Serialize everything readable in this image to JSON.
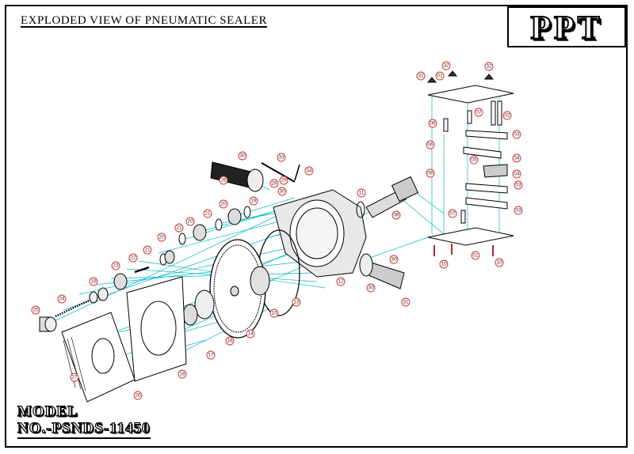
{
  "title": "EXPLODED VIEW OF PNEUMATIC SEALER",
  "logo": "PPT",
  "model": {
    "line1": "MODEL",
    "line2": "NO.-PSNDS-11450"
  },
  "colors": {
    "outline": "#000000",
    "leader": "#00b8c8",
    "balloon": "#d22222",
    "paper": "#ffffff"
  },
  "part_labels": [
    "01",
    "01",
    "02",
    "03",
    "03",
    "03",
    "04",
    "05",
    "06",
    "06",
    "06",
    "07",
    "07",
    "08",
    "10",
    "10",
    "11",
    "12",
    "13",
    "14",
    "15",
    "16",
    "17",
    "18",
    "19",
    "19",
    "20",
    "20",
    "20",
    "21",
    "21",
    "21",
    "22",
    "23",
    "24",
    "25",
    "26",
    "26",
    "27",
    "28",
    "29",
    "30",
    "30",
    "30",
    "30",
    "31",
    "32",
    "32",
    "32",
    "33",
    "34",
    "34"
  ]
}
